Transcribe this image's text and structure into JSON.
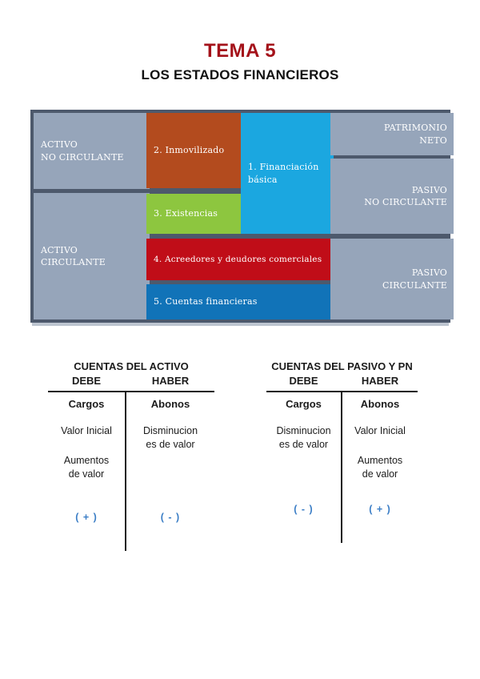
{
  "header": {
    "title": "TEMA 5",
    "subtitle": "LOS ESTADOS FINANCIEROS"
  },
  "colors": {
    "title_red": "#a4121a",
    "diagram_border_slate": "#4d596c",
    "gray_box": "#96a5ba",
    "inmovilizado_brown": "#b34b1e",
    "existencias_green": "#8dc63f",
    "financiacion_cyan": "#1ba7e0",
    "acreedores_red": "#c00d18",
    "cuentas_blue": "#1173b8",
    "sign_blue": "#3b7ec6"
  },
  "diagram": {
    "blocks": {
      "activo_no_circulante": {
        "label": "ACTIVO\nNO CIRCULANTE"
      },
      "activo_circulante": {
        "label": "ACTIVO\nCIRCULANTE"
      },
      "inmovilizado": {
        "label": "2. Inmovilizado"
      },
      "existencias": {
        "label": "3. Existencias"
      },
      "financiacion_basica": {
        "label": "1. Financiación\nbásica"
      },
      "acreedores": {
        "label": "4. Acreedores y deudores comerciales"
      },
      "cuentas_financieras": {
        "label": "5. Cuentas financieras"
      },
      "patrimonio_neto": {
        "label": "PATRIMONIO\nNETO"
      },
      "pasivo_no_circulante": {
        "label": "PASIVO\nNO CIRCULANTE"
      },
      "pasivo_circulante": {
        "label": "PASIVO\nCIRCULANTE"
      }
    }
  },
  "taccounts": {
    "activo": {
      "title": "CUENTAS DEL ACTIVO",
      "debe": "DEBE",
      "haber": "HABER",
      "debit_header": "Cargos",
      "credit_header": "Abonos",
      "debit_line1": "Valor Inicial",
      "debit_line2": "Aumentos\nde valor",
      "credit_line1": "Disminucion\nes de valor",
      "debit_sign": "( + )",
      "credit_sign": "( - )"
    },
    "pasivo": {
      "title": "CUENTAS DEL PASIVO Y PN",
      "debe": "DEBE",
      "haber": "HABER",
      "debit_header": "Cargos",
      "credit_header": "Abonos",
      "debit_line1": "Disminucion\nes de valor",
      "credit_line1": "Valor Inicial",
      "credit_line2": "Aumentos\nde valor",
      "debit_sign": "( - )",
      "credit_sign": "( + )"
    }
  }
}
